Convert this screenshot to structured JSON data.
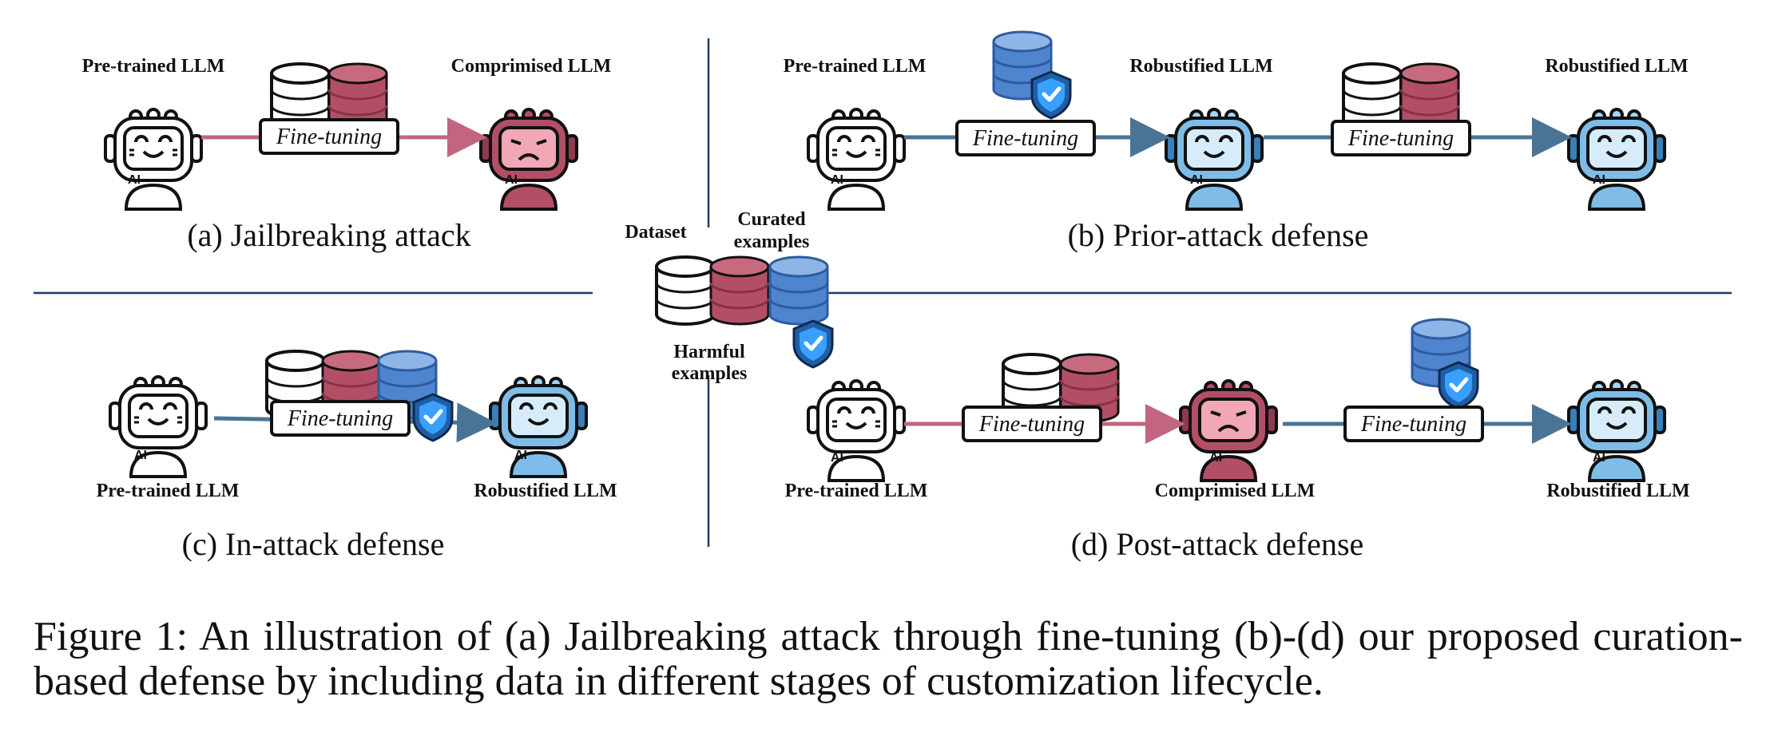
{
  "labels": {
    "pretrained": "Pre-trained LLM",
    "comprimised": "Comprimised LLM",
    "robustified": "Robustified LLM",
    "finetuning": "Fine-tuning",
    "ai_badge": "AI"
  },
  "panels": {
    "a": "(a) Jailbreaking attack",
    "b": "(b) Prior-attack defense",
    "c": "(c) In-attack defense",
    "d": "(d) Post-attack defense"
  },
  "legend": {
    "dataset": "Dataset",
    "curated_line1": "Curated",
    "curated_line2": "examples",
    "harmful_line1": "Harmful",
    "harmful_line2": "examples"
  },
  "caption": {
    "text": "Figure 1: An illustration of (a) Jailbreaking attack through fine-tuning (b)-(d) our proposed curation-based defense by including data in different stages of customization lifecycle."
  },
  "colors": {
    "line": "#1f3a5f",
    "arrow_harmful": "#c1667e",
    "arrow_safe": "#4a7496",
    "robot_pretrained": "#ffffff",
    "robot_comprimised": "#e27c93",
    "robot_robustified": "#a8d4f2",
    "db_plain": "#ffffff",
    "db_harmful": "#b24f66",
    "db_curated": "#4f84cf",
    "shield": "#2f83e0"
  }
}
